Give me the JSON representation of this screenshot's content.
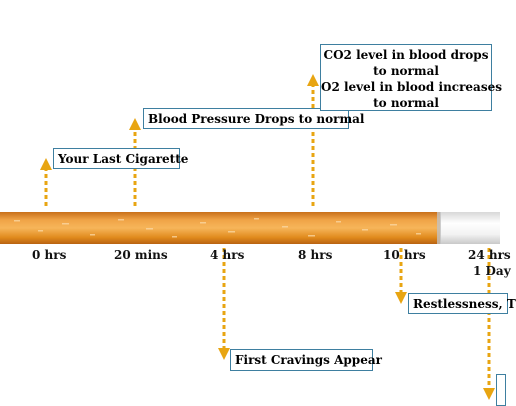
{
  "timeline": {
    "ticks": [
      {
        "label": "0 hrs"
      },
      {
        "label": "20 mins"
      },
      {
        "label": "4 hrs"
      },
      {
        "label": "8 hrs"
      },
      {
        "label": "10 hrs"
      },
      {
        "label": "24 hrs"
      }
    ],
    "extra_tick_label": "1 Day"
  },
  "events": {
    "last_cigarette": "Your Last Cigarette",
    "blood_pressure": "Blood Pressure Drops to normal",
    "co2_line1": "CO2 level in blood drops",
    "co2_line2": "to normal",
    "o2_line1": "O2 level in blood increases",
    "o2_line2": "to normal",
    "cravings": "First Cravings Appear",
    "restlessness": "Restlessness, T"
  },
  "colors": {
    "arrow": "#e8a512",
    "box_border": "#3e7fa0",
    "filter_tan": "#e08a1c",
    "paper_white": "#f4f4f4"
  }
}
